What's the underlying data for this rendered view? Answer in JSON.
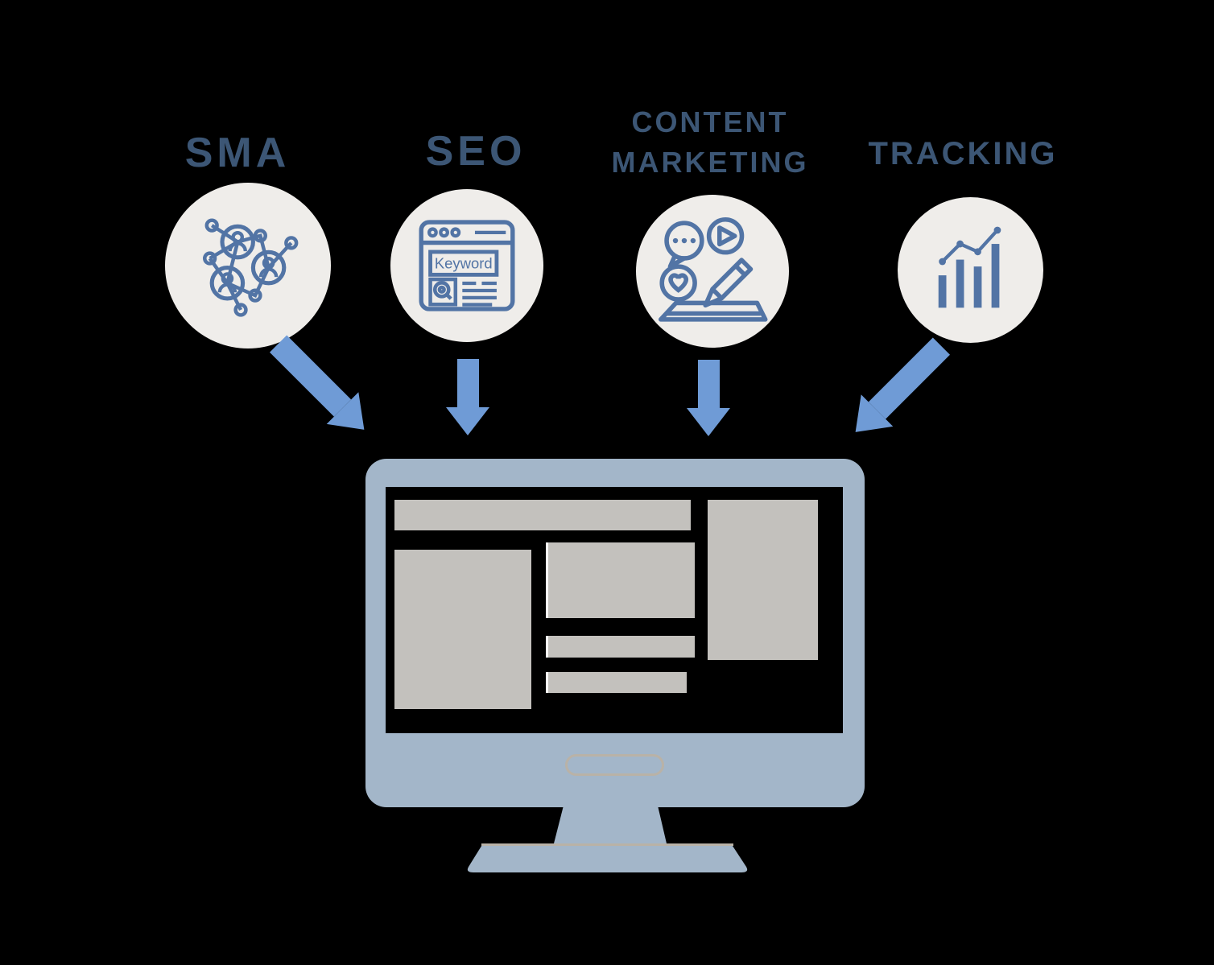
{
  "diagram": {
    "columns": [
      {
        "label": "SMA",
        "icon": "social-media-network-icon"
      },
      {
        "label": "SEO",
        "icon": "seo-keyword-browser-icon",
        "browser_keyword_text": "Keyword"
      },
      {
        "label": "CONTENT MARKETING",
        "label_lines": [
          "CONTENT",
          "MARKETING"
        ],
        "icon": "content-marketing-icon"
      },
      {
        "label": "TRACKING",
        "icon": "tracking-analytics-icon"
      }
    ]
  },
  "colors": {
    "background": "#000000",
    "title-text": "#3c5675",
    "circle-fill": "#efedea",
    "icon-stroke": "#5274a5",
    "arrow-fill": "#6f9bd6",
    "monitor-body": "#a3b6c9",
    "screen-bg": "#000000",
    "screen-block": "#c3c1bd",
    "hardware-accent": "#b9b2a7"
  }
}
